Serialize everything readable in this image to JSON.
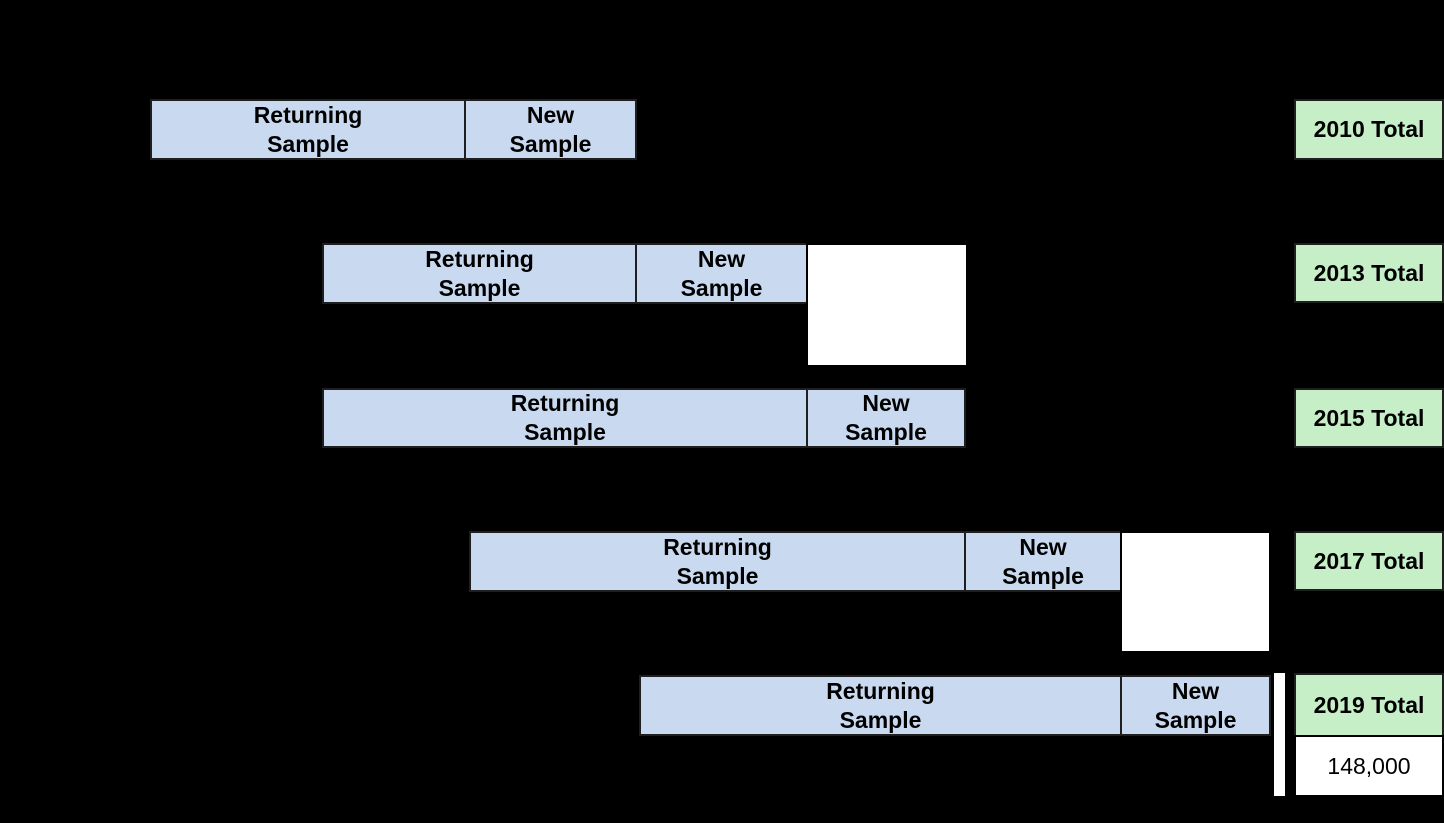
{
  "diagram": {
    "colors": {
      "background": "#000000",
      "sample_box_fill": "#c9daf0",
      "total_box_fill": "#c6eec7",
      "white_box_fill": "#ffffff",
      "box_border": "#1f1f1f",
      "text": "#000000"
    },
    "labels": {
      "returning_sample": "Returning\nSample",
      "new_sample": "New\nSample"
    },
    "rows": [
      {
        "year": "2010",
        "total_label": "2010 Total"
      },
      {
        "year": "2013",
        "total_label": "2013 Total"
      },
      {
        "year": "2015",
        "total_label": "2015 Total"
      },
      {
        "year": "2017",
        "total_label": "2017 Total"
      },
      {
        "year": "2019",
        "total_label": "2019 Total",
        "total_value": "148,000"
      }
    ]
  }
}
